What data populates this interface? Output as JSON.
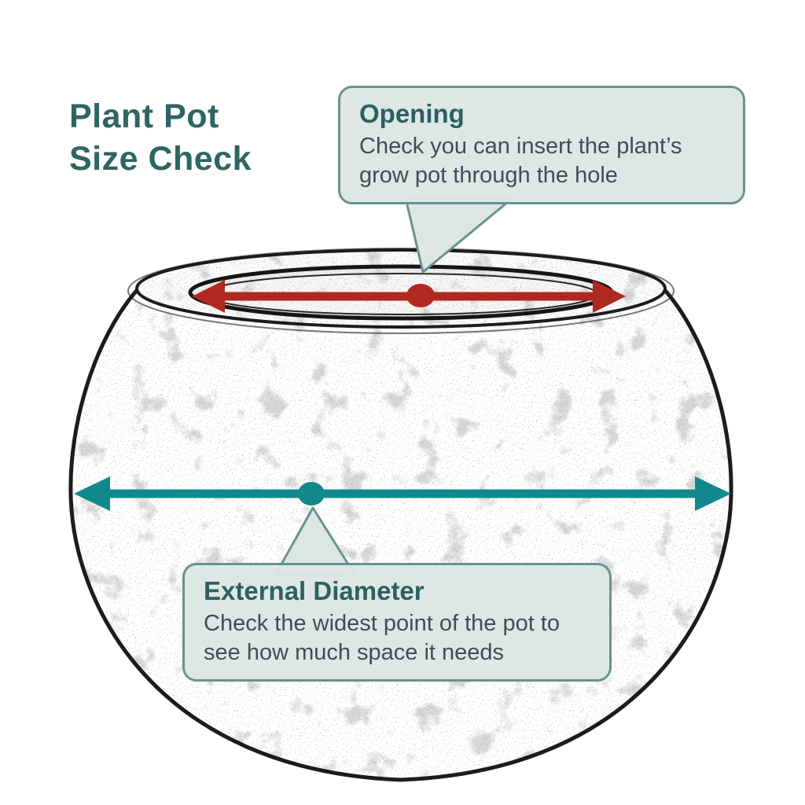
{
  "title": {
    "line1": "Plant Pot",
    "line2": "Size Check"
  },
  "callouts": {
    "opening": {
      "heading": "Opening",
      "body": "Check you can insert the plant’s grow pot through the hole"
    },
    "external": {
      "heading": "External Diameter",
      "body": "Check the widest point of the pot to see how much space it needs"
    }
  },
  "colors": {
    "title_teal": "#2e6464",
    "heading_teal": "#2c6060",
    "body_text": "#3e4e55",
    "callout_bg": "#dde6e3",
    "callout_border": "#67938f",
    "arrow_red": "#b02920",
    "arrow_teal": "#11898c",
    "sketch_ink": "#1c1c1c"
  }
}
